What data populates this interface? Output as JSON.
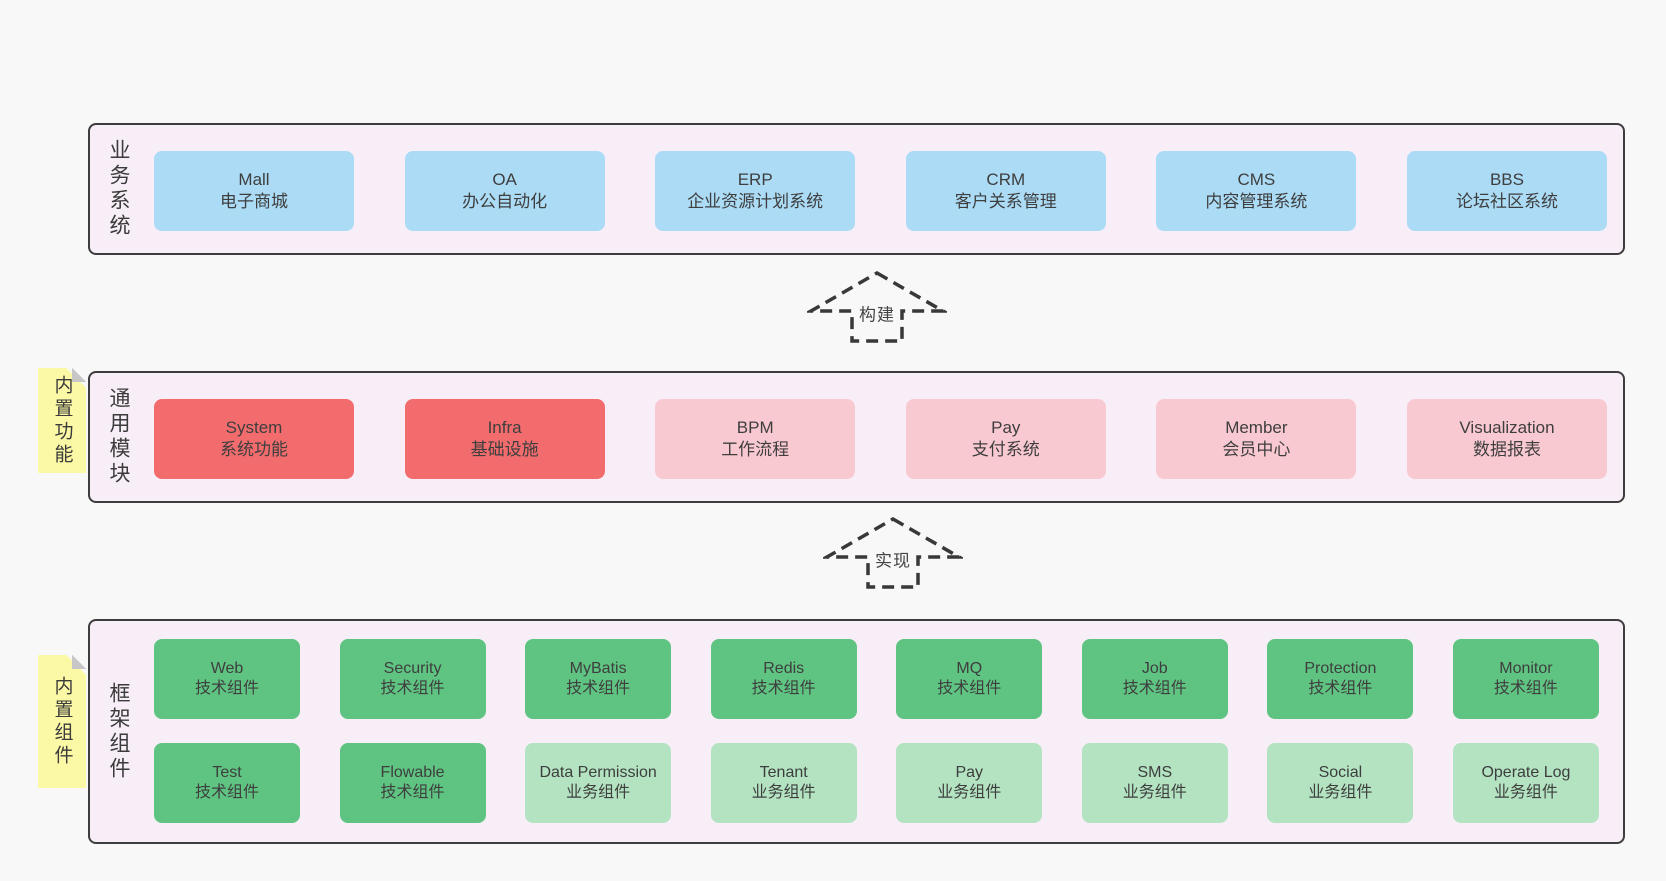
{
  "colors": {
    "page_bg": "#f8f8f8",
    "band_bg": "#f8eef7",
    "border": "#3d3d3d",
    "blue": "#abdbf5",
    "red": "#f26c6e",
    "pink": "#f9c9d1",
    "green_dark": "#5fc482",
    "green_light": "#b3e3c1",
    "sticky_yellow": "#fbf9a5"
  },
  "arrows": [
    {
      "label": "构建"
    },
    {
      "label": "实现"
    }
  ],
  "bands": [
    {
      "label": "业务系统",
      "boxes": [
        {
          "title": "Mall",
          "subtitle": "电子商城"
        },
        {
          "title": "OA",
          "subtitle": "办公自动化"
        },
        {
          "title": "ERP",
          "subtitle": "企业资源计划系统"
        },
        {
          "title": "CRM",
          "subtitle": "客户关系管理"
        },
        {
          "title": "CMS",
          "subtitle": "内容管理系统"
        },
        {
          "title": "BBS",
          "subtitle": "论坛社区系统"
        }
      ]
    },
    {
      "label": "通用模块",
      "sticky_label": "内置功能",
      "boxes": [
        {
          "title": "System",
          "subtitle": "系统功能"
        },
        {
          "title": "Infra",
          "subtitle": "基础设施"
        },
        {
          "title": "BPM",
          "subtitle": "工作流程"
        },
        {
          "title": "Pay",
          "subtitle": "支付系统"
        },
        {
          "title": "Member",
          "subtitle": "会员中心"
        },
        {
          "title": "Visualization",
          "subtitle": "数据报表"
        }
      ]
    },
    {
      "label": "框架组件",
      "sticky_label": "内置组件",
      "rows": [
        [
          {
            "title": "Web",
            "subtitle": "技术组件"
          },
          {
            "title": "Security",
            "subtitle": "技术组件"
          },
          {
            "title": "MyBatis",
            "subtitle": "技术组件"
          },
          {
            "title": "Redis",
            "subtitle": "技术组件"
          },
          {
            "title": "MQ",
            "subtitle": "技术组件"
          },
          {
            "title": "Job",
            "subtitle": "技术组件"
          },
          {
            "title": "Protection",
            "subtitle": "技术组件"
          },
          {
            "title": "Monitor",
            "subtitle": "技术组件"
          }
        ],
        [
          {
            "title": "Test",
            "subtitle": "技术组件"
          },
          {
            "title": "Flowable",
            "subtitle": "技术组件"
          },
          {
            "title": "Data Permission",
            "subtitle": "业务组件"
          },
          {
            "title": "Tenant",
            "subtitle": "业务组件"
          },
          {
            "title": "Pay",
            "subtitle": "业务组件"
          },
          {
            "title": "SMS",
            "subtitle": "业务组件"
          },
          {
            "title": "Social",
            "subtitle": "业务组件"
          },
          {
            "title": "Operate Log",
            "subtitle": "业务组件"
          }
        ]
      ]
    }
  ]
}
